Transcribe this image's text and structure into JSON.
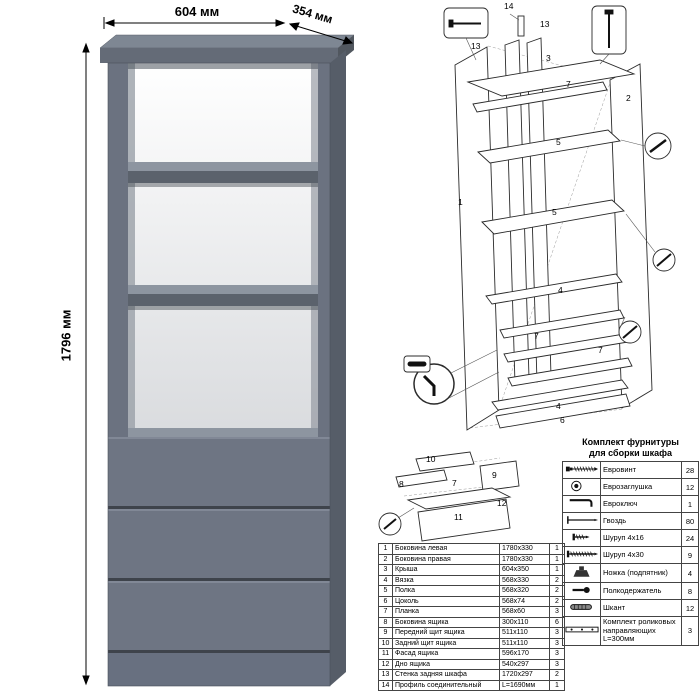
{
  "dimensions": {
    "width": "604 мм",
    "depth": "354 мм",
    "height": "1796 мм"
  },
  "colors": {
    "cabinet_gray": "#6b7280",
    "cabinet_dark": "#565d68",
    "interior_white": "#f4f4f5"
  },
  "parts_table": {
    "rows": [
      {
        "num": "1",
        "name": "Боковина левая",
        "size": "1780x330",
        "qty": "1"
      },
      {
        "num": "2",
        "name": "Боковина правая",
        "size": "1780x330",
        "qty": "1"
      },
      {
        "num": "3",
        "name": "Крыша",
        "size": "604x350",
        "qty": "1"
      },
      {
        "num": "4",
        "name": "Вязка",
        "size": "568x330",
        "qty": "2"
      },
      {
        "num": "5",
        "name": "Полка",
        "size": "568x320",
        "qty": "2"
      },
      {
        "num": "6",
        "name": "Цоколь",
        "size": "568x74",
        "qty": "2"
      },
      {
        "num": "7",
        "name": "Планка",
        "size": "568x60",
        "qty": "3"
      },
      {
        "num": "8",
        "name": "Боковина ящика",
        "size": "300x110",
        "qty": "6"
      },
      {
        "num": "9",
        "name": "Передний щит ящика",
        "size": "511x110",
        "qty": "3"
      },
      {
        "num": "10",
        "name": "Задний щит ящика",
        "size": "511x110",
        "qty": "3"
      },
      {
        "num": "11",
        "name": "Фасад ящика",
        "size": "596x170",
        "qty": "3"
      },
      {
        "num": "12",
        "name": "Дно ящика",
        "size": "540x297",
        "qty": "3"
      },
      {
        "num": "13",
        "name": "Стенка задняя шкафа",
        "size": "1720x297",
        "qty": "2"
      },
      {
        "num": "14",
        "name": "Профиль соединительный",
        "size": "L=1690мм",
        "qty": "1"
      }
    ]
  },
  "hardware": {
    "title": "Комплект фурнитуры\nдля сборки шкафа",
    "items": [
      {
        "name": "Евровинт",
        "qty": "28",
        "icon": "euro-screw"
      },
      {
        "name": "Еврозаглушка",
        "qty": "12",
        "icon": "euro-cap"
      },
      {
        "name": "Евроключ",
        "qty": "1",
        "icon": "hex-key"
      },
      {
        "name": "Гвоздь",
        "qty": "80",
        "icon": "nail"
      },
      {
        "name": "Шуруп 4x16",
        "qty": "24",
        "icon": "screw-short"
      },
      {
        "name": "Шуруп 4x30",
        "qty": "9",
        "icon": "screw-long"
      },
      {
        "name": "Ножка (подпятник)",
        "qty": "4",
        "icon": "foot"
      },
      {
        "name": "Полкодержатель",
        "qty": "8",
        "icon": "shelf-pin"
      },
      {
        "name": "Шкант",
        "qty": "12",
        "icon": "dowel"
      },
      {
        "name": "Комплект роликовых направляющих L=300мм",
        "qty": "3",
        "icon": "roller-guide"
      }
    ]
  },
  "diagram": {
    "labels": [
      "14",
      "13",
      "13",
      "3",
      "7",
      "2",
      "5",
      "1",
      "5",
      "4",
      "7",
      "7",
      "4",
      "6"
    ],
    "drawer_labels": [
      "10",
      "8",
      "9",
      "7",
      "11",
      "12"
    ]
  }
}
